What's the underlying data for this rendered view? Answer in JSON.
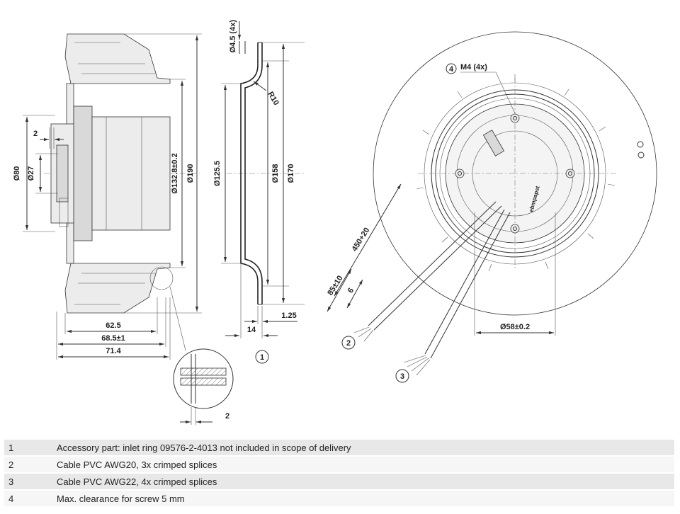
{
  "side_view": {
    "dims": {
      "d80": "Ø80",
      "d27": "Ø27",
      "d132": "Ø132.8±0.2",
      "d190": "Ø190",
      "w2": "2",
      "w62": "62.5",
      "w68": "68.5±1",
      "w71": "71.4"
    }
  },
  "detail": {
    "gap": "2"
  },
  "ring_view": {
    "dims": {
      "hole": "Ø4.5 (4x)",
      "radius": "R10",
      "d125": "Ø125.5",
      "d158": "Ø158",
      "d170": "Ø170",
      "w14": "14",
      "t125": "1.25"
    },
    "callout": "1"
  },
  "front_view": {
    "dims": {
      "screw": "M4 (4x)",
      "cable_len": "450+20",
      "strip85": "85±10",
      "strip6": "6",
      "d58": "Ø58±0.2"
    },
    "callouts": {
      "c2": "2",
      "c3": "3",
      "c4": "4"
    },
    "label": "ebmpapst"
  },
  "notes": [
    {
      "num": "1",
      "text": "Accessory part: inlet ring 09576-2-4013 not included in scope of delivery"
    },
    {
      "num": "2",
      "text": "Cable PVC AWG20, 3x crimped splices"
    },
    {
      "num": "3",
      "text": "Cable PVC AWG22, 4x crimped splices"
    },
    {
      "num": "4",
      "text": "Max. clearance for screw 5 mm"
    }
  ]
}
